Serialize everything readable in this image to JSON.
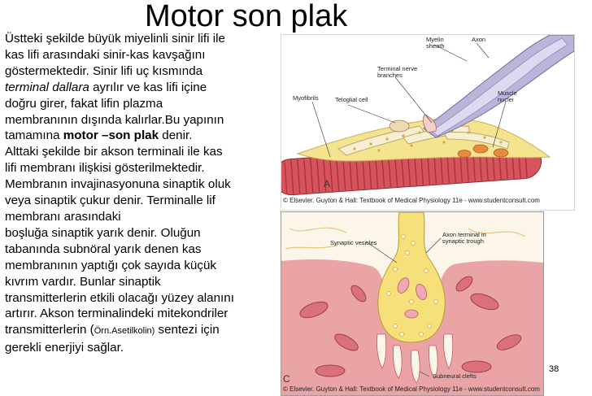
{
  "title": "Motor son plak",
  "body_lines": [
    [
      "Üstteki şekilde büyük miyelinli sinir lifi ile"
    ],
    [
      "kas lifi arasındaki sinir-kas kavşağını"
    ],
    [
      "göstermektedir. Sinir lifi uç kısmında"
    ],
    [
      "terminal dallara",
      " ayrılır ve kas lifi içine"
    ],
    [
      "doğru girer, fakat lifin plazma"
    ],
    [
      "membranının dışında kalırlar.Bu yapının"
    ],
    [
      "tamamına ",
      "motor –son plak",
      " denir."
    ],
    [
      "Alttaki şekilde bir akson terminali ile kas"
    ],
    [
      "lifi membranı ilişkisi gösterilmektedir."
    ],
    [
      "Membranın invajinasyonuna sinaptik oluk"
    ],
    [
      "veya sinaptik çukur denir. Terminalle lif"
    ],
    [
      "membranı arasındaki"
    ],
    [
      "boşluğa sinaptik yarık denir. Oluğun"
    ],
    [
      "tabanında subnöral yarık denen kas"
    ],
    [
      "membranının yaptığı çok sayıda küçük"
    ],
    [
      "kıvrım vardır. Bunlar sinaptik"
    ],
    [
      "transmitterlerin etkili olacağı yüzey alanını"
    ],
    [
      "artırır. Akson terminalindeki mitekondriler"
    ],
    [
      "transmitterlerin (",
      "Örn.Asetilkolin)",
      " sentezi için"
    ],
    [
      "gerekli enerjiyi sağlar."
    ]
  ],
  "figure_a": {
    "labels": {
      "myelin": "Myelin sheath",
      "axon": "Axon",
      "terminal": "Terminal nerve branches",
      "teloglial": "Teloglial cell",
      "myofibrils": "Myofibrils",
      "muscle_nuclei": "Muscle nuclei"
    },
    "letter": "A",
    "copyright": "© Elsevier. Guyton & Hall: Textbook of Medical Physiology 11e - www.studentconsult.com"
  },
  "figure_c": {
    "labels": {
      "vesicles": "Synaptic vesicles",
      "axon_terminal": "Axon terminal in synaptic trough",
      "subneural": "Subneural clefts"
    },
    "letter": "C",
    "copyright": "© Elsevier. Guyton & Hall: Textbook of Medical Physiology 11e - www.studentconsult.com"
  },
  "page_number": "38"
}
